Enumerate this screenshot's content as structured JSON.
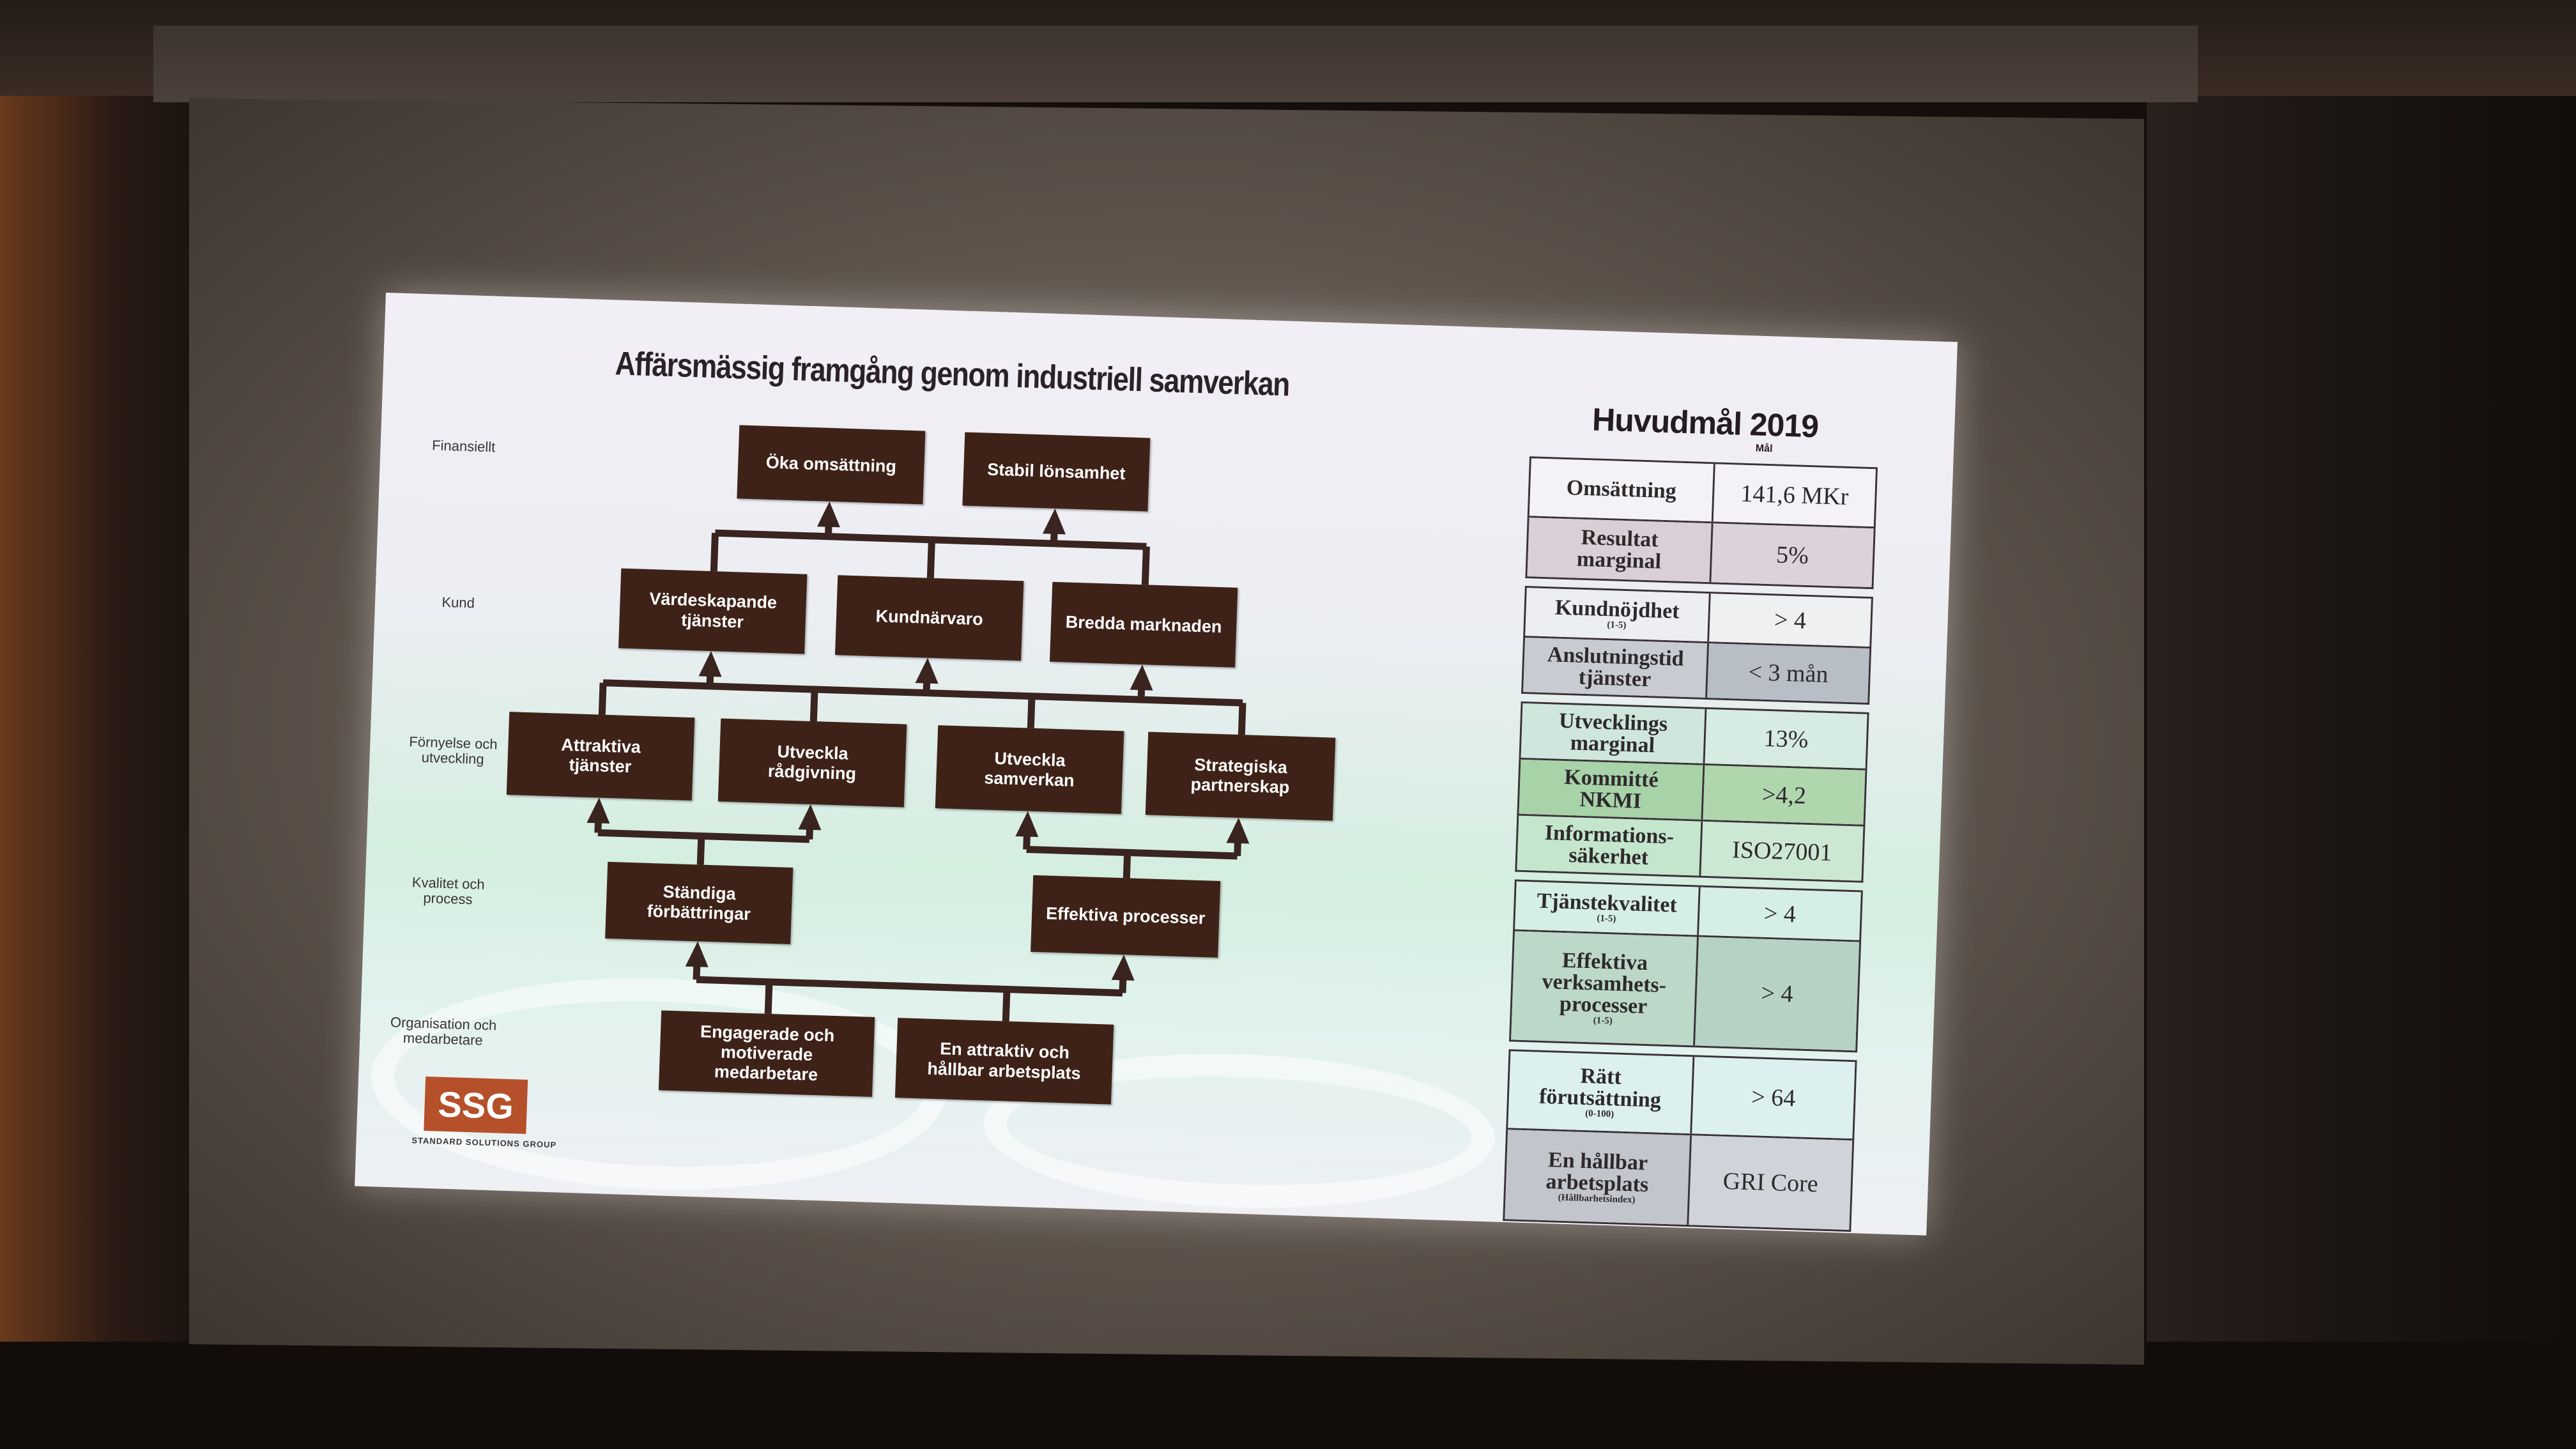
{
  "slide": {
    "title": "Affärsmässig framgång genom industriell samverkan",
    "row_labels": [
      "Finansiellt",
      "Kund",
      "Förnyelse och\nutveckling",
      "Kvalitet och\nprocess",
      "Organisation och\nmedarbetare"
    ],
    "boxes": {
      "oka_omsattning": "Öka omsättning",
      "stabil_lonsamhet": "Stabil lönsamhet",
      "vardeskapande": "Värdeskapande\ntjänster",
      "kundnarvaro": "Kundnärvaro",
      "bredda": "Bredda marknaden",
      "attraktiva": "Attraktiva\ntjänster",
      "utveckla_radgivning": "Utveckla\nrådgivning",
      "utveckla_samverkan": "Utveckla\nsamverkan",
      "strategiska": "Strategiska\npartnerskap",
      "standiga": "Ständiga\nförbättringar",
      "effektiva": "Effektiva processer",
      "engagerade": "Engagerade och\nmotiverade\nmedarbetare",
      "attraktiv_arbetsplats": "En attraktiv och\nhållbar arbetsplats"
    },
    "logo": {
      "text": "SSG",
      "subtitle": "STANDARD SOLUTIONS GROUP"
    }
  },
  "goals": {
    "title": "Huvudmål 2019",
    "subtitle": "Mål",
    "groups": [
      [
        {
          "label": "Omsättning",
          "note": "",
          "value": "141,6 MKr",
          "bg": "#f4f2f6",
          "vbg": "#f4f2f6",
          "h": 90
        },
        {
          "label": "Resultat\nmarginal",
          "note": "",
          "value": "5%",
          "bg": "#d9cfd6",
          "vbg": "#dcd3da",
          "h": 92
        }
      ],
      [
        {
          "label": "Kundnöjdhet",
          "note": "(1-5)",
          "value": "> 4",
          "bg": "#eceef2",
          "vbg": "#eef0f2",
          "h": 75
        },
        {
          "label": "Anslutningstid\ntjänster",
          "note": "",
          "value": "< 3 mån",
          "bg": "#c8ccd2",
          "vbg": "#b8bec6",
          "h": 85
        }
      ],
      [
        {
          "label": "Utvecklings\nmarginal",
          "note": "",
          "value": "13%",
          "bg": "#cfe6dc",
          "vbg": "#d6ebe2",
          "h": 85
        },
        {
          "label": "Kommitté\nNKMI",
          "note": "",
          "value": ">4,2",
          "bg": "#a8d2a8",
          "vbg": "#b0d6ae",
          "h": 85
        },
        {
          "label": "Informations-\nsäkerhet",
          "note": "",
          "value": "ISO27001",
          "bg": "#c4e6cc",
          "vbg": "#cce8d2",
          "h": 85
        }
      ],
      [
        {
          "label": "Tjänstekvalitet",
          "note": "(1-5)",
          "value": "> 4",
          "bg": "#d6efe4",
          "vbg": "#d6efe6",
          "h": 75
        },
        {
          "label": "Effektiva\nverksamhets-\nprocesser",
          "note": "(1-5)",
          "value": "> 4",
          "bg": "#bcd8c8",
          "vbg": "#b6d2c4",
          "h": 170
        }
      ],
      [
        {
          "label": "Rätt\nförutsättning",
          "note": "(0-100)",
          "value": "> 64",
          "bg": "#dcf0ee",
          "vbg": "#dcf0f0",
          "h": 120
        },
        {
          "label": "En hållbar\narbetsplats",
          "note": "(Hållbarhetsindex)",
          "value": "GRI Core",
          "bg": "#c2c6cc",
          "vbg": "#d0d4da",
          "h": 140
        }
      ]
    ]
  },
  "colors": {
    "box": "#3e2218",
    "connector": "#3a2420",
    "logo": "#b5502a"
  }
}
